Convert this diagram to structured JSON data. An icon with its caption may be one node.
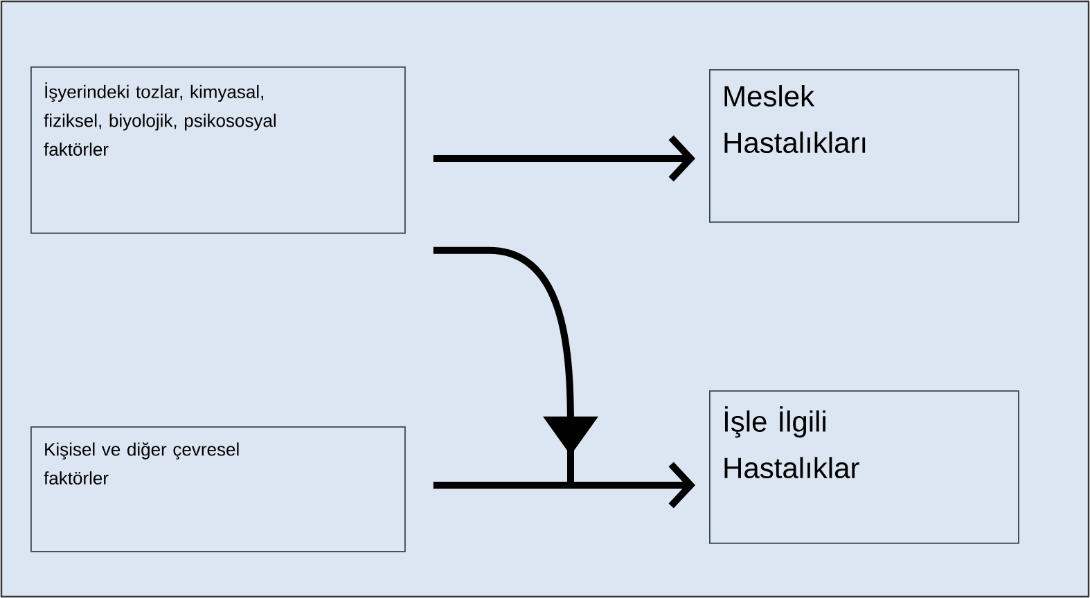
{
  "diagram": {
    "nodes": [
      {
        "text": [
          "İşyerindeki tozlar, kimyasal, fiziksel, biyolojik, psikososyal faktörler"
        ]
      },
      {
        "text": [
          "Meslek Hastalıkları"
        ]
      },
      {
        "text": [
          "Kişisel ve diğer çevresel faktörler"
        ]
      },
      {
        "text": [
          "İşle İlgili Hastalıklar"
        ]
      }
    ],
    "edges": [
      {
        "from": 0,
        "to": 1,
        "arrow": "to"
      },
      {
        "from": 0,
        "to": 3,
        "arrow": "to"
      },
      {
        "from": 2,
        "to": 3,
        "arrow": "to"
      }
    ]
  }
}
